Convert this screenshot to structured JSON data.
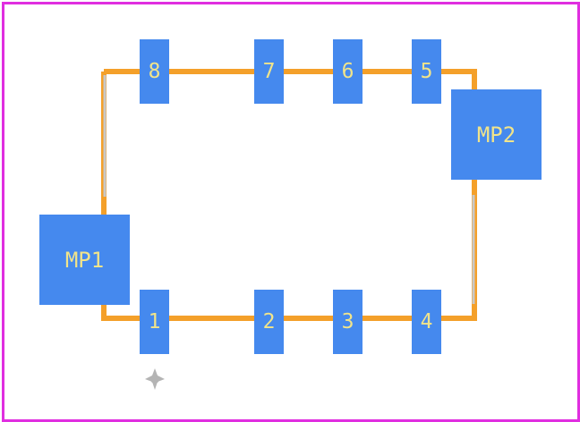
{
  "colors": {
    "outline": "#e02ee0",
    "silkscreen": "#f4a02a",
    "silkscreen_dim": "#c8c8c8",
    "pad": "#4589ee",
    "pad_label": "#f1e48a",
    "origin_marker": "#b4b4b4",
    "background": "#ffffff"
  },
  "pads": [
    {
      "label": "8"
    },
    {
      "label": "7"
    },
    {
      "label": "6"
    },
    {
      "label": "5"
    },
    {
      "label": "1"
    },
    {
      "label": "2"
    },
    {
      "label": "3"
    },
    {
      "label": "4"
    },
    {
      "label": "MP1"
    },
    {
      "label": "MP2"
    }
  ],
  "origin_marker": {
    "icon": "crosshair-icon"
  }
}
